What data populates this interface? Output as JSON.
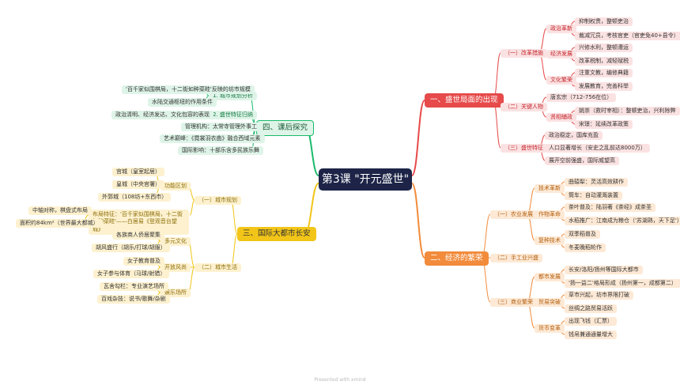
{
  "root": "第3课 \"开元盛世\"",
  "footer": "Presented with xmind",
  "colors": {
    "red": "#e64a4a",
    "orange": "#f28b3b",
    "yellow": "#f2c518",
    "green": "#1aba6b",
    "root": "#1d2447"
  },
  "branches": {
    "b1": {
      "label": "一、盛世局面的出现",
      "g1": {
        "label": "（一）改革措施",
        "politics": {
          "label": "政治革新",
          "items": [
            "抑制权贵，整顿吏治",
            "裁减冗员，考核官吏（官吏免40+县令）"
          ]
        },
        "economy": {
          "label": "经济发展",
          "items": [
            "兴修水利，整顿漕运",
            "改革税制，减轻赋税"
          ]
        },
        "culture": {
          "label": "文化繁荣",
          "items": [
            "注重文教，编修典籍",
            "发展教育，完善科举"
          ]
        }
      },
      "g2": {
        "label": "（二）关键人物",
        "person": "唐玄宗（712-756在位）",
        "team": {
          "label": "贤相辅政",
          "items": [
            "姚崇（救时宰相）：整顿吏治，兴利除弊",
            "宋璟：延续改革政策"
          ]
        }
      },
      "g3": {
        "label": "（三）盛世特征",
        "items": [
          "政治稳定，国库充盈",
          "人口显著增长（安史之乱前达8000万）",
          "展开空前强盛，国际威望高"
        ]
      }
    },
    "b2": {
      "label": "二、经济的繁荣",
      "g1": {
        "label": "（一）农业发展",
        "tech": {
          "label": "技术革新",
          "items": [
            "曲辕犁：灵活高效耕作",
            "筒车：自动灌溉装置"
          ]
        },
        "crops": {
          "label": "作物革命",
          "items": [
            "茶叶普及：陆羽著《茶经》成茶圣",
            "水稻推广：江南成为粮仓（'苏湖熟，天下足'）"
          ]
        },
        "multi": {
          "label": "复种技术",
          "items": [
            "双季稻普及",
            "冬麦晚稻轮作"
          ]
        }
      },
      "g2": {
        "label": "（二）手工业兴盛"
      },
      "g3": {
        "label": "（三）商业繁荣",
        "city": {
          "label": "都市发展",
          "items": [
            "长安/洛阳/扬州等国际大都市",
            "'扬一益二'格局形成（扬州第一，成都第二）"
          ]
        },
        "trade": {
          "label": "贸易突破",
          "items": [
            "草市兴起，坊市界限打破",
            "丝绸之路贸易活跃"
          ]
        },
        "money": {
          "label": "货币变革",
          "items": [
            "出现飞钱（汇票）",
            "钱帛兼通通量增大"
          ]
        }
      }
    },
    "b3": {
      "label": "三、国际大都市长安",
      "g1": {
        "label": "（一）城市规划",
        "zoning": {
          "label": "功能区划",
          "items": [
            "宫城（皇室起居）",
            "皇城（中央官署）",
            "外郭城（108坊+东西市）"
          ]
        },
        "layout": {
          "label": "布局特征：'百千家似围棋局，十二街如种菜畦'——白居易《登观音台望城》",
          "notes": [
            "中轴对称，棋盘式布局",
            "面积约84km²（世界最大都城）"
          ]
        }
      },
      "g2": {
        "label": "（二）城市生活",
        "diverse": {
          "label": "多元文化",
          "items": [
            "各族商人侨居聚集",
            "胡风盛行（胡乐/打球/胡服）"
          ]
        },
        "open": {
          "label": "开放风尚",
          "items": [
            "女子教育普及",
            "女子参与体育（马球/射猎）"
          ]
        },
        "fun": {
          "label": "娱乐场所",
          "items": [
            "瓦舍勾栏：专业演艺场所",
            "百戏杂技：说书/歌舞/杂剧"
          ]
        }
      }
    },
    "b4": {
      "label": "四、课后探究",
      "q1": {
        "label": "1. 城市规划分析",
        "items": [
          "'百千家似围棋局，十二街如种菜畦'反映的坊市规模",
          "水陆交通枢纽的作用条件"
        ]
      },
      "q2": {
        "label": "2. 盛世特征归纳",
        "items": [
          "政治清明、经济发达、文化包容的表现"
        ]
      },
      "extra": [
        "管理机构：太常寺管理外事工",
        "艺术巅峰：《霓裳羽衣曲》融合西域元素",
        "国际影响：十部乐含多民族乐舞"
      ]
    }
  }
}
